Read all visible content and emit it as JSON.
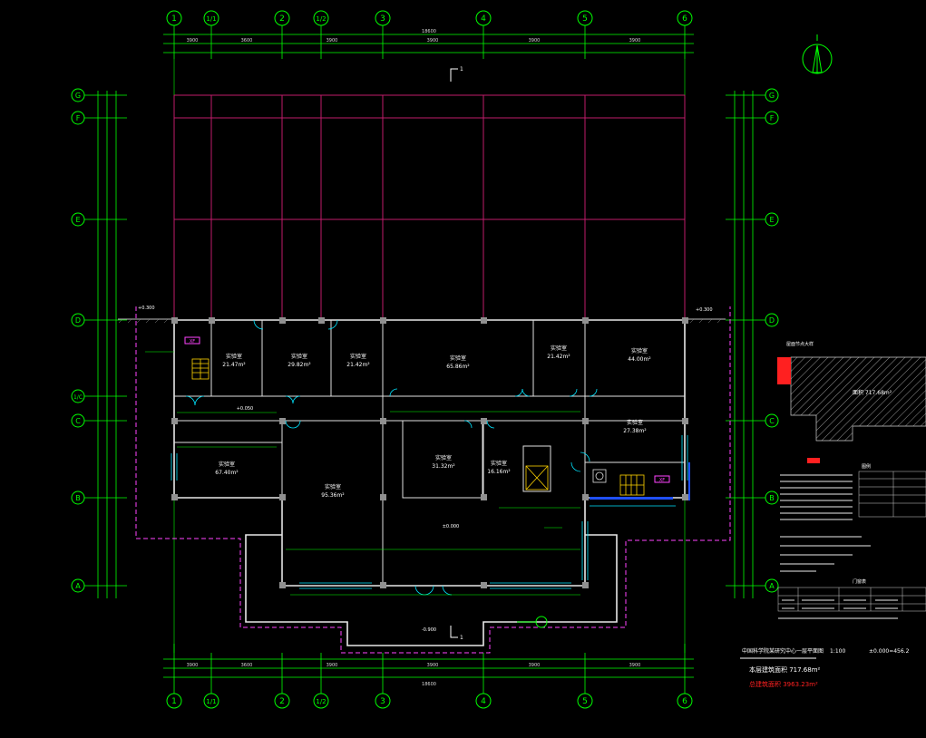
{
  "axes": {
    "columns": [
      "1",
      "1/1",
      "2",
      "1/2",
      "3",
      "4",
      "5",
      "6"
    ],
    "rows": [
      "G",
      "F",
      "E",
      "D",
      "1/C",
      "C",
      "B",
      "A"
    ]
  },
  "dimensions": {
    "total_top": "18600",
    "total_bottom": "18600",
    "spans_top": [
      "3900",
      "3600",
      "3900",
      "3900",
      "3900",
      "3900"
    ],
    "spans_bottom": [
      "3900",
      "3600",
      "3900",
      "3900",
      "3900",
      "3900"
    ]
  },
  "section_mark": "1",
  "elevations": {
    "left": "+0.300",
    "right": "+0.300",
    "floor": "±0.000",
    "stair": "-0.900",
    "slab": "+0.050"
  },
  "rooms": [
    {
      "name": "实验室",
      "area": "21.47m²"
    },
    {
      "name": "实验室",
      "area": "29.82m²"
    },
    {
      "name": "实验室",
      "area": "21.42m²"
    },
    {
      "name": "实验室",
      "area": "65.86m²"
    },
    {
      "name": "实验室",
      "area": "21.42m²"
    },
    {
      "name": "实验室",
      "area": "44.00m²"
    },
    {
      "name": "实验室",
      "area": "27.38m²"
    },
    {
      "name": "实验室",
      "area": "31.32m²"
    },
    {
      "name": "实验室",
      "area": "16.16m²"
    },
    {
      "name": "实验室",
      "area": "95.36m²"
    },
    {
      "name": "实验室",
      "area": "67.40m²"
    }
  ],
  "labels": {
    "fire_tag_left": "XF",
    "fire_tag_right": "XF"
  },
  "side_panel": {
    "detail_title": "屋面节点大样",
    "detail_area": "面积 717.68m²",
    "legend_title": "图例",
    "table_title": "门窗表"
  },
  "title_block": {
    "title": "中国科学院某研究中心一层平面图",
    "scale": "1:100",
    "elevation_note": "±0.000=456.2",
    "area_line": "本层建筑面积 717.68m²",
    "total_area_line": "总建筑面积 3963.23m²"
  },
  "colors": {
    "background": "#000000",
    "axis_line": "#00ff00",
    "grid_magenta": "#c01c6a",
    "wall": "#e0e0e0",
    "cyan": "#00e5ff",
    "red": "#ff2020",
    "blue": "#2050ff",
    "text": "#ffffff",
    "dim_text": "#d8d8d8"
  }
}
